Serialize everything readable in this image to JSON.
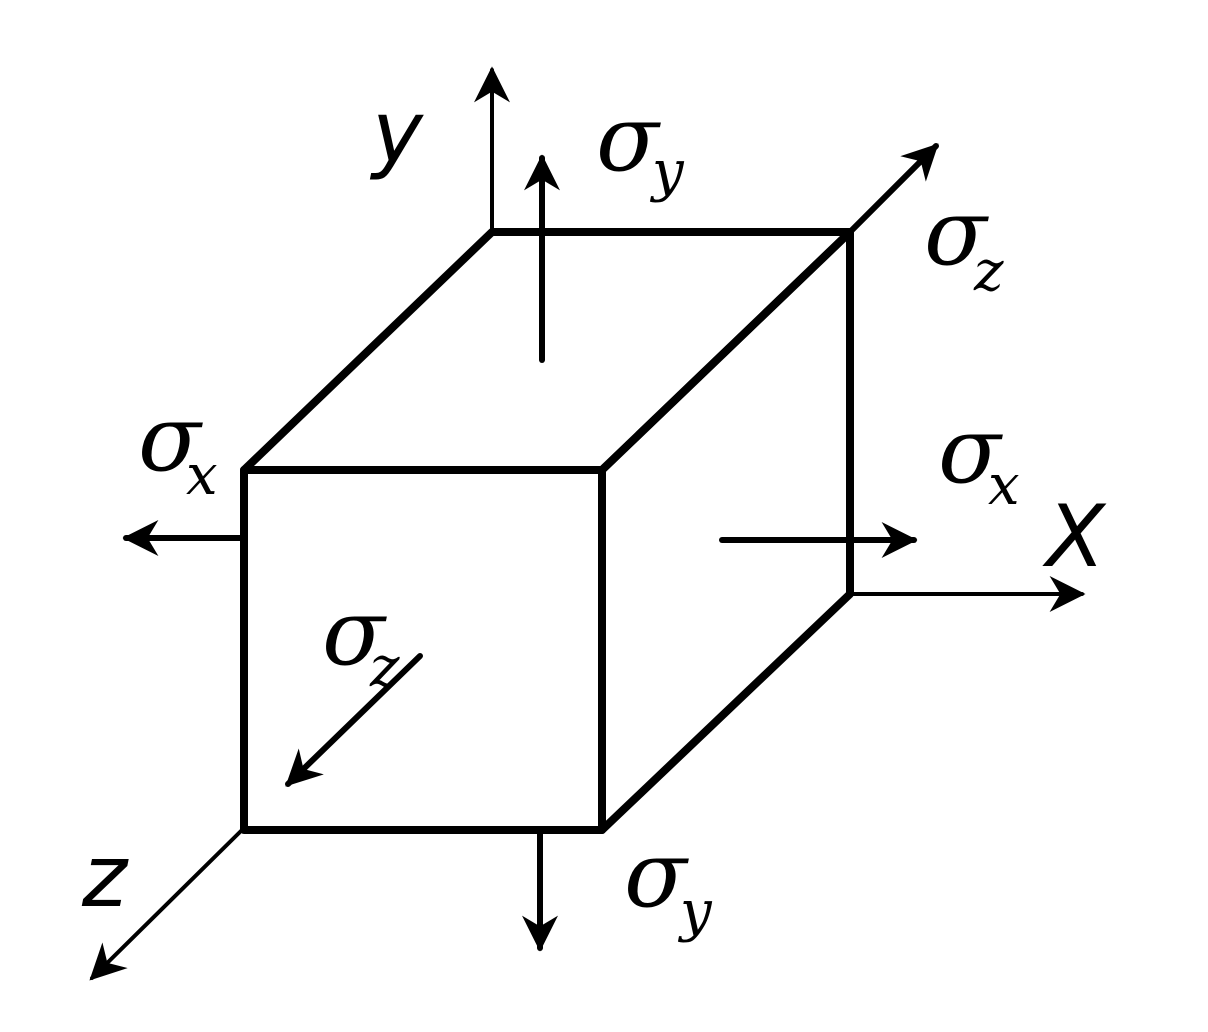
{
  "axes": {
    "x_label": "X",
    "y_label": "y",
    "z_label": "z"
  },
  "stresses": {
    "sigma_y_top": {
      "symbol": "σ",
      "subscript": "y"
    },
    "sigma_y_bottom": {
      "symbol": "σ",
      "subscript": "y"
    },
    "sigma_x_left": {
      "symbol": "σ",
      "subscript": "x"
    },
    "sigma_x_right": {
      "symbol": "σ",
      "subscript": "x"
    },
    "sigma_z_back": {
      "symbol": "σ",
      "subscript": "z"
    },
    "sigma_z_front": {
      "symbol": "σ",
      "subscript": "z"
    }
  },
  "colors": {
    "ink": "#000000",
    "paper": "#ffffff"
  }
}
